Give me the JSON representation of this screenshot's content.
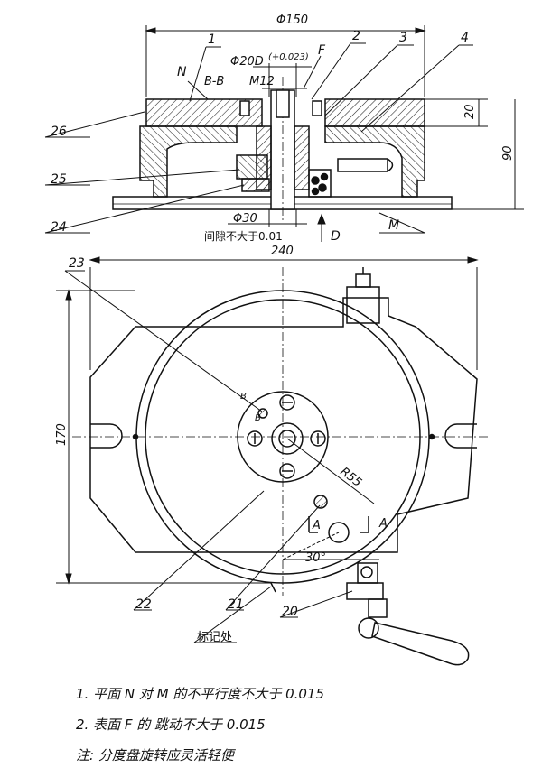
{
  "part_labels": {
    "p1": "1",
    "p2": "2",
    "p3": "3",
    "p4": "4",
    "p20": "20",
    "p21": "21",
    "p22": "22",
    "p23": "23",
    "p24": "24",
    "p25": "25",
    "p26": "26"
  },
  "letters": {
    "n": "N",
    "m": "M",
    "f": "F",
    "d": "D",
    "bb": "B-B",
    "b1": "B",
    "b2": "B",
    "a1": "A",
    "a2": "A"
  },
  "dimensions": {
    "phi150": "Φ150",
    "phi20d": "Φ20D",
    "tol": "(+0.023)",
    "m12": "M12",
    "d20": "20",
    "d90": "90",
    "phi30": "Φ30",
    "clearance": "间隙不大于0.01",
    "d240": "240",
    "d170": "170",
    "r55": "R55",
    "ang30": "30°",
    "mark": "标记处"
  },
  "notes": [
    "1.  平面 N 对 M 的不平行度不大于 0.015",
    "2.  表面 F 的 跳动不大于 0.015",
    "注: 分度盘旋转应灵活轻便"
  ]
}
